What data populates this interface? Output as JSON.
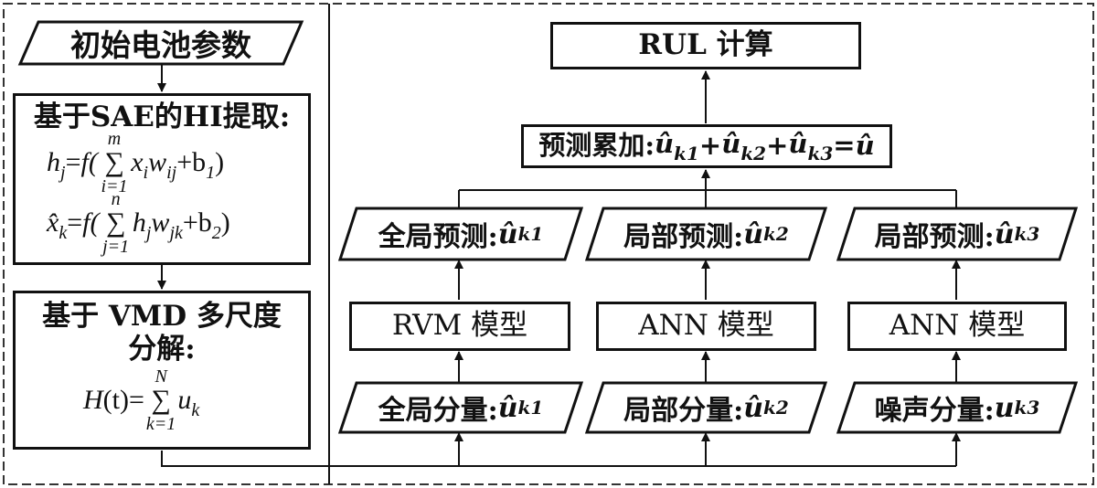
{
  "left": {
    "input_box": "初始电池参数",
    "sae_title": "基于SAE的HI提取:",
    "sae_formula1": {
      "lhs": "h",
      "lhs_sub": "j",
      "f": "f(",
      "sum_top": "m",
      "sum_bot": "i=1",
      "term": "x",
      "term_sub": "i",
      "w": "w",
      "w_sub": "ij",
      "plus": "+b",
      "b_sub": "1",
      "close": ")"
    },
    "sae_formula2": {
      "lhs": "x̂",
      "lhs_sub": "k",
      "f": "f(",
      "sum_top": "n",
      "sum_bot": "j=1",
      "term": "h",
      "term_sub": "j",
      "w": "w",
      "w_sub": "jk",
      "plus": "+b",
      "b_sub": "2",
      "close": ")"
    },
    "vmd_title_1": "基于 VMD 多尺度",
    "vmd_title_2": "分解:",
    "vmd_formula": {
      "lhs": "H",
      "arg": "(t)",
      "eq": "=",
      "sum_top": "N",
      "sum_bot": "k=1",
      "term": "u",
      "term_sub": "k"
    }
  },
  "right": {
    "rul": "RUL 计算",
    "sum_box": {
      "label": "预测累加:",
      "t1": "û",
      "s1": "k1",
      "t2": "û",
      "s2": "k2",
      "t3": "û",
      "s3": "k3",
      "res": "û"
    },
    "col1": {
      "pred_label": "全局预测:",
      "pred_sym": "û",
      "pred_sub": "k1",
      "model": "RVM 模型",
      "comp_label": "全局分量:",
      "comp_sym": "û",
      "comp_sub": "k1"
    },
    "col2": {
      "pred_label": "局部预测:",
      "pred_sym": "û",
      "pred_sub": "k2",
      "model": "ANN 模型",
      "comp_label": "局部分量:",
      "comp_sym": "û",
      "comp_sub": "k2"
    },
    "col3": {
      "pred_label": "局部预测:",
      "pred_sym": "û",
      "pred_sub": "k3",
      "model": "ANN 模型",
      "comp_label": "噪声分量:",
      "comp_sym": "u",
      "comp_sub": "k3"
    }
  }
}
